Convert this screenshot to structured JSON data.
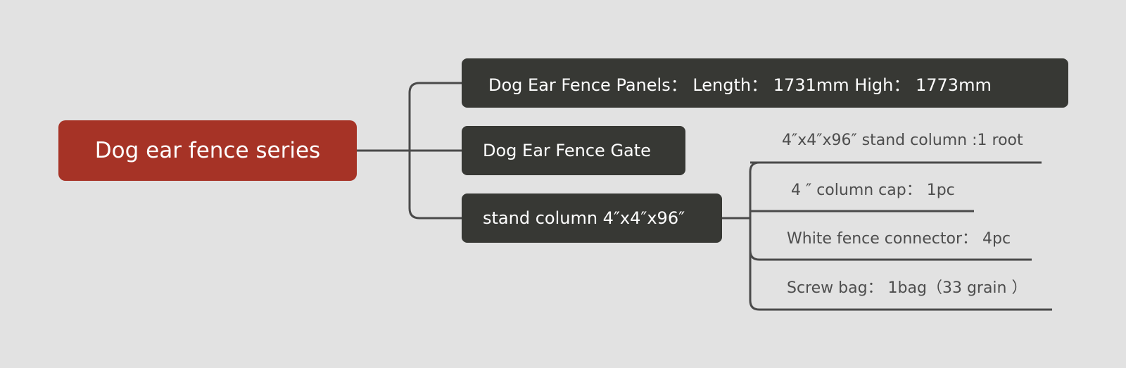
{
  "mindmap": {
    "root": {
      "label": "Dog ear fence series"
    },
    "branches": [
      {
        "label": "Dog Ear Fence Panels：  Length：  1731mm   High：  1773mm"
      },
      {
        "label": "Dog Ear Fence Gate"
      },
      {
        "label": "stand column 4″x4″x96″",
        "children": [
          {
            "label": "4″x4″x96″ stand column :1 root"
          },
          {
            "label": "4 ″ column cap：  1pc"
          },
          {
            "label": "White fence connector：  4pc"
          },
          {
            "label": "Screw bag：  1bag（33 grain ）"
          }
        ]
      }
    ],
    "colors": {
      "background": "#e2e2e2",
      "root_fill": "#a63326",
      "branch_fill": "#373834",
      "connector": "#4a4a4a",
      "leaf_text": "#4d4d4d"
    }
  }
}
